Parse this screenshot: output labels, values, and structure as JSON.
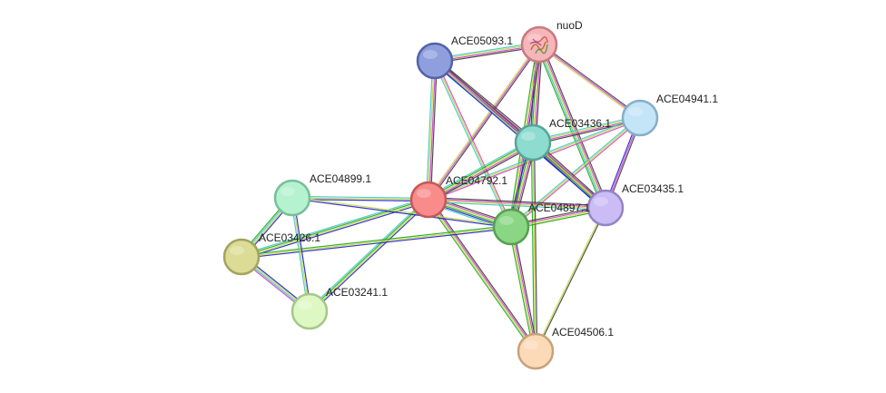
{
  "network": {
    "nodes": [
      {
        "id": "nuoD",
        "label": "nuoD",
        "color": "#f5b5b9",
        "stroke": "#c77a80",
        "icon": "protein-structure-icon"
      },
      {
        "id": "ACE05093.1",
        "label": "ACE05093.1",
        "color": "#8f9fde",
        "stroke": "#5363a8"
      },
      {
        "id": "ACE04941.1",
        "label": "ACE04941.1",
        "color": "#c4e5f7",
        "stroke": "#86aec8"
      },
      {
        "id": "ACE03436.1",
        "label": "ACE03436.1",
        "color": "#8ddccf",
        "stroke": "#55a597"
      },
      {
        "id": "ACE04792.1",
        "label": "ACE04792.1",
        "color": "#f98b8b",
        "stroke": "#c45858"
      },
      {
        "id": "ACE04897.1",
        "label": "ACE04897.1",
        "color": "#8ad685",
        "stroke": "#55a150"
      },
      {
        "id": "ACE03435.1",
        "label": "ACE03435.1",
        "color": "#cbbcf6",
        "stroke": "#9384c7"
      },
      {
        "id": "ACE04899.1",
        "label": "ACE04899.1",
        "color": "#b4f2d0",
        "stroke": "#78bf98"
      },
      {
        "id": "ACE03426.1",
        "label": "ACE03426.1",
        "color": "#dcdc96",
        "stroke": "#a3a35c"
      },
      {
        "id": "ACE03241.1",
        "label": "ACE03241.1",
        "color": "#def8c4",
        "stroke": "#a7c68a"
      },
      {
        "id": "ACE04506.1",
        "label": "ACE04506.1",
        "color": "#fcdab8",
        "stroke": "#c8a17c"
      }
    ],
    "edges": [
      {
        "source": "nuoD",
        "target": "ACE05093.1",
        "evidence": [
          "#3b3b3b",
          "#d040d0",
          "#c8d840",
          "#40c8c8"
        ]
      },
      {
        "source": "nuoD",
        "target": "ACE03436.1",
        "evidence": [
          "#3b3b3b",
          "#d040d0",
          "#c8d840",
          "#1fa81f",
          "#2020d0"
        ]
      },
      {
        "source": "nuoD",
        "target": "ACE04941.1",
        "evidence": [
          "#3b3b3b",
          "#d040d0",
          "#c8d840"
        ]
      },
      {
        "source": "nuoD",
        "target": "ACE03435.1",
        "evidence": [
          "#3b3b3b",
          "#d040d0",
          "#c8d840",
          "#40c8c8",
          "#1fa81f"
        ]
      },
      {
        "source": "nuoD",
        "target": "ACE04897.1",
        "evidence": [
          "#3b3b3b",
          "#d040d0",
          "#c8d840",
          "#1fa81f"
        ]
      },
      {
        "source": "nuoD",
        "target": "ACE04792.1",
        "evidence": [
          "#3b3b3b",
          "#d040d0",
          "#c8d840"
        ]
      },
      {
        "source": "ACE05093.1",
        "target": "ACE03436.1",
        "evidence": [
          "#3b3b3b",
          "#d040d0",
          "#c8d840",
          "#2020d0",
          "#40c8c8"
        ]
      },
      {
        "source": "ACE05093.1",
        "target": "ACE03435.1",
        "evidence": [
          "#3b3b3b",
          "#d040d0",
          "#c8d840",
          "#2020d0"
        ]
      },
      {
        "source": "ACE05093.1",
        "target": "ACE04792.1",
        "evidence": [
          "#3b3b3b",
          "#d040d0",
          "#c8d840",
          "#40c8c8"
        ]
      },
      {
        "source": "ACE05093.1",
        "target": "ACE04897.1",
        "evidence": [
          "#d040d0",
          "#c8d840",
          "#40c8c8"
        ]
      },
      {
        "source": "ACE04941.1",
        "target": "ACE03436.1",
        "evidence": [
          "#3b3b3b",
          "#d040d0",
          "#c8d840",
          "#40c8c8"
        ]
      },
      {
        "source": "ACE04941.1",
        "target": "ACE03435.1",
        "evidence": [
          "#3b3b3b",
          "#d040d0",
          "#2020d0"
        ]
      },
      {
        "source": "ACE04941.1",
        "target": "ACE04792.1",
        "evidence": [
          "#d040d0",
          "#c8d840",
          "#40c8c8"
        ]
      },
      {
        "source": "ACE04941.1",
        "target": "ACE04897.1",
        "evidence": [
          "#d040d0",
          "#c8d840",
          "#40c8c8"
        ]
      },
      {
        "source": "ACE03436.1",
        "target": "ACE04792.1",
        "evidence": [
          "#3b3b3b",
          "#d040d0",
          "#c8d840",
          "#1fa81f",
          "#40c8c8"
        ]
      },
      {
        "source": "ACE03436.1",
        "target": "ACE04897.1",
        "evidence": [
          "#3b3b3b",
          "#d040d0",
          "#c8d840",
          "#1fa81f",
          "#2020d0"
        ]
      },
      {
        "source": "ACE03436.1",
        "target": "ACE03435.1",
        "evidence": [
          "#3b3b3b",
          "#d040d0",
          "#c8d840",
          "#1fa81f",
          "#2020d0"
        ]
      },
      {
        "source": "ACE03436.1",
        "target": "ACE04506.1",
        "evidence": [
          "#3b3b3b",
          "#c8d840",
          "#1fa81f"
        ]
      },
      {
        "source": "ACE04792.1",
        "target": "ACE04897.1",
        "evidence": [
          "#3b3b3b",
          "#d040d0",
          "#c8d840",
          "#1fa81f",
          "#2020d0",
          "#40c8c8"
        ]
      },
      {
        "source": "ACE04792.1",
        "target": "ACE03435.1",
        "evidence": [
          "#3b3b3b",
          "#d040d0",
          "#c8d840",
          "#40c8c8"
        ]
      },
      {
        "source": "ACE04792.1",
        "target": "ACE04506.1",
        "evidence": [
          "#3b3b3b",
          "#d040d0",
          "#c8d840",
          "#1fa81f"
        ]
      },
      {
        "source": "ACE04792.1",
        "target": "ACE04899.1",
        "evidence": [
          "#2020d0",
          "#c8d840",
          "#40c8c8"
        ]
      },
      {
        "source": "ACE04792.1",
        "target": "ACE03426.1",
        "evidence": [
          "#2020d0",
          "#c8d840",
          "#1fa81f",
          "#40c8c8"
        ]
      },
      {
        "source": "ACE04792.1",
        "target": "ACE03241.1",
        "evidence": [
          "#2020d0",
          "#c8d840",
          "#1fa81f",
          "#40c8c8"
        ]
      },
      {
        "source": "ACE04897.1",
        "target": "ACE03435.1",
        "evidence": [
          "#3b3b3b",
          "#d040d0",
          "#c8d840",
          "#1fa81f"
        ]
      },
      {
        "source": "ACE04897.1",
        "target": "ACE04506.1",
        "evidence": [
          "#3b3b3b",
          "#d040d0",
          "#c8d840",
          "#1fa81f"
        ]
      },
      {
        "source": "ACE04897.1",
        "target": "ACE04899.1",
        "evidence": [
          "#2020d0",
          "#c8d840"
        ]
      },
      {
        "source": "ACE04897.1",
        "target": "ACE03426.1",
        "evidence": [
          "#2020d0",
          "#c8d840",
          "#1fa81f"
        ]
      },
      {
        "source": "ACE03435.1",
        "target": "ACE04506.1",
        "evidence": [
          "#3b3b3b",
          "#c8d840"
        ]
      },
      {
        "source": "ACE04899.1",
        "target": "ACE03426.1",
        "evidence": [
          "#2020d0",
          "#c8d840",
          "#40c8c8",
          "#1fa81f"
        ]
      },
      {
        "source": "ACE04899.1",
        "target": "ACE03241.1",
        "evidence": [
          "#2020d0",
          "#c8d840",
          "#40c8c8"
        ]
      },
      {
        "source": "ACE03426.1",
        "target": "ACE03241.1",
        "evidence": [
          "#2020d0",
          "#c8d840",
          "#40c8c8",
          "#d040d0"
        ]
      }
    ]
  }
}
